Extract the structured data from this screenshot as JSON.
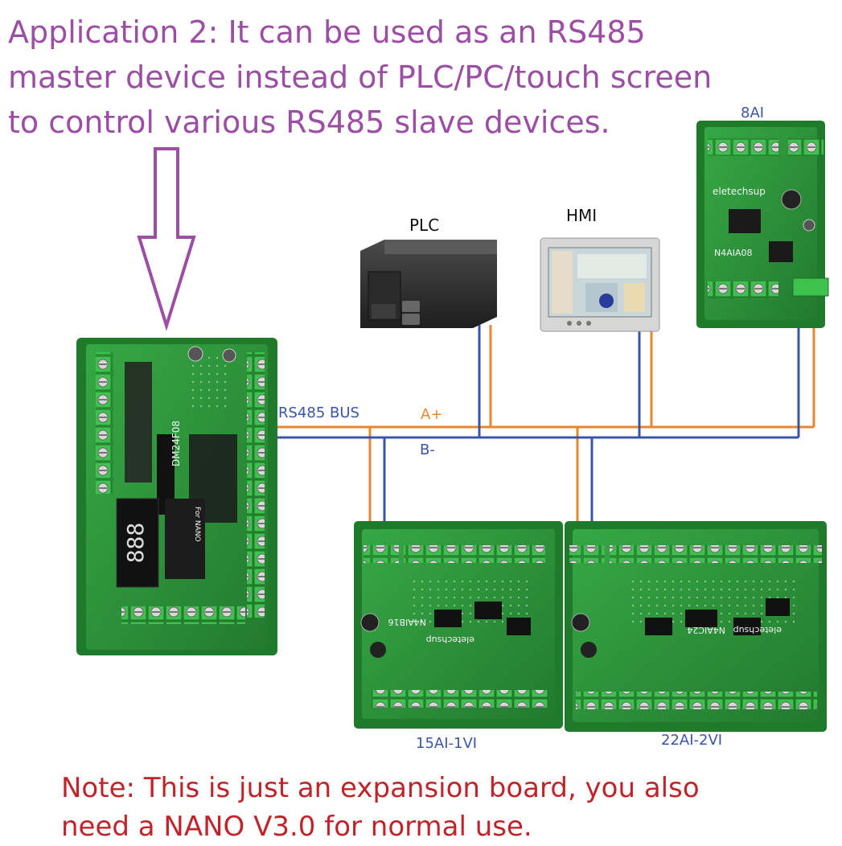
{
  "header": {
    "line1": "Application 2: It can be used as an RS485",
    "line2": "master device instead of PLC/PC/touch screen",
    "line3": "to control various RS485 slave devices."
  },
  "devices": {
    "master_board": {
      "model": "DM24F08",
      "sub_label": "For NANO",
      "display": "888"
    },
    "plc": {
      "label": "PLC"
    },
    "hmi": {
      "label": "HMI"
    },
    "ai8": {
      "label": "8AI",
      "model": "N4AIA08",
      "brand": "eletechsup"
    },
    "ai15": {
      "label": "15AI-1VI",
      "model": "N4AIB16",
      "brand": "eletechsup"
    },
    "ai22": {
      "label": "22AI-2VI",
      "model": "N4AIC24",
      "brand": "eletechsup"
    }
  },
  "bus": {
    "name": "RS485 BUS",
    "a_label": "A+",
    "b_label": "B-",
    "a_color": "#e8872b",
    "b_color": "#3a55a8"
  },
  "colors": {
    "headline": "#9b4ea3",
    "note": "#c0242a",
    "pcb": "#2f9a3c",
    "terminal": "#3ab54a"
  },
  "note": {
    "line1": "Note: This is just an expansion board, you also",
    "line2": "need a NANO V3.0 for normal use."
  }
}
